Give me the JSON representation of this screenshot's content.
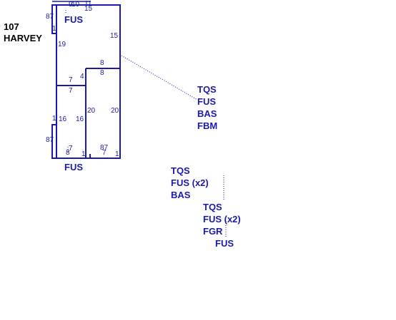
{
  "address": {
    "number": "107",
    "street": "HARVEY"
  },
  "labels": {
    "fus_top": "FUS",
    "fus_bottom": "FUS",
    "group1": [
      "TQS",
      "FUS",
      "BAS",
      "FBM"
    ],
    "group2": [
      "TQS",
      "FUS (x2)",
      "BAS"
    ],
    "group3": [
      "TQS",
      "FUS (x2)",
      "FGR"
    ],
    "group3_sub": "FUS"
  },
  "dimensions": {
    "top_87": "87",
    "top_9": "9",
    "top_10": "10",
    "top_11": "11",
    "top_15": "15",
    "left_1": "1",
    "right_15": "15",
    "left_19": "19",
    "mid_8a": "8",
    "mid_8b": "8",
    "mid_4": "4",
    "mid_7a": "7",
    "mid_7b": "7",
    "lr_16a": "16",
    "lr_16b": "16",
    "lr_1": "1",
    "rr_20a": "20",
    "rr_20b": "20",
    "bot_87": "87",
    "bot_7a": "7",
    "bot_8a": "8",
    "bot_1a": "1",
    "bot_87b": "87",
    "bot_7b": "7",
    "bot_1b": "1"
  },
  "colors": {
    "outline": "#1a1aaa",
    "label": "#1a1aaa",
    "address": "#000000"
  }
}
